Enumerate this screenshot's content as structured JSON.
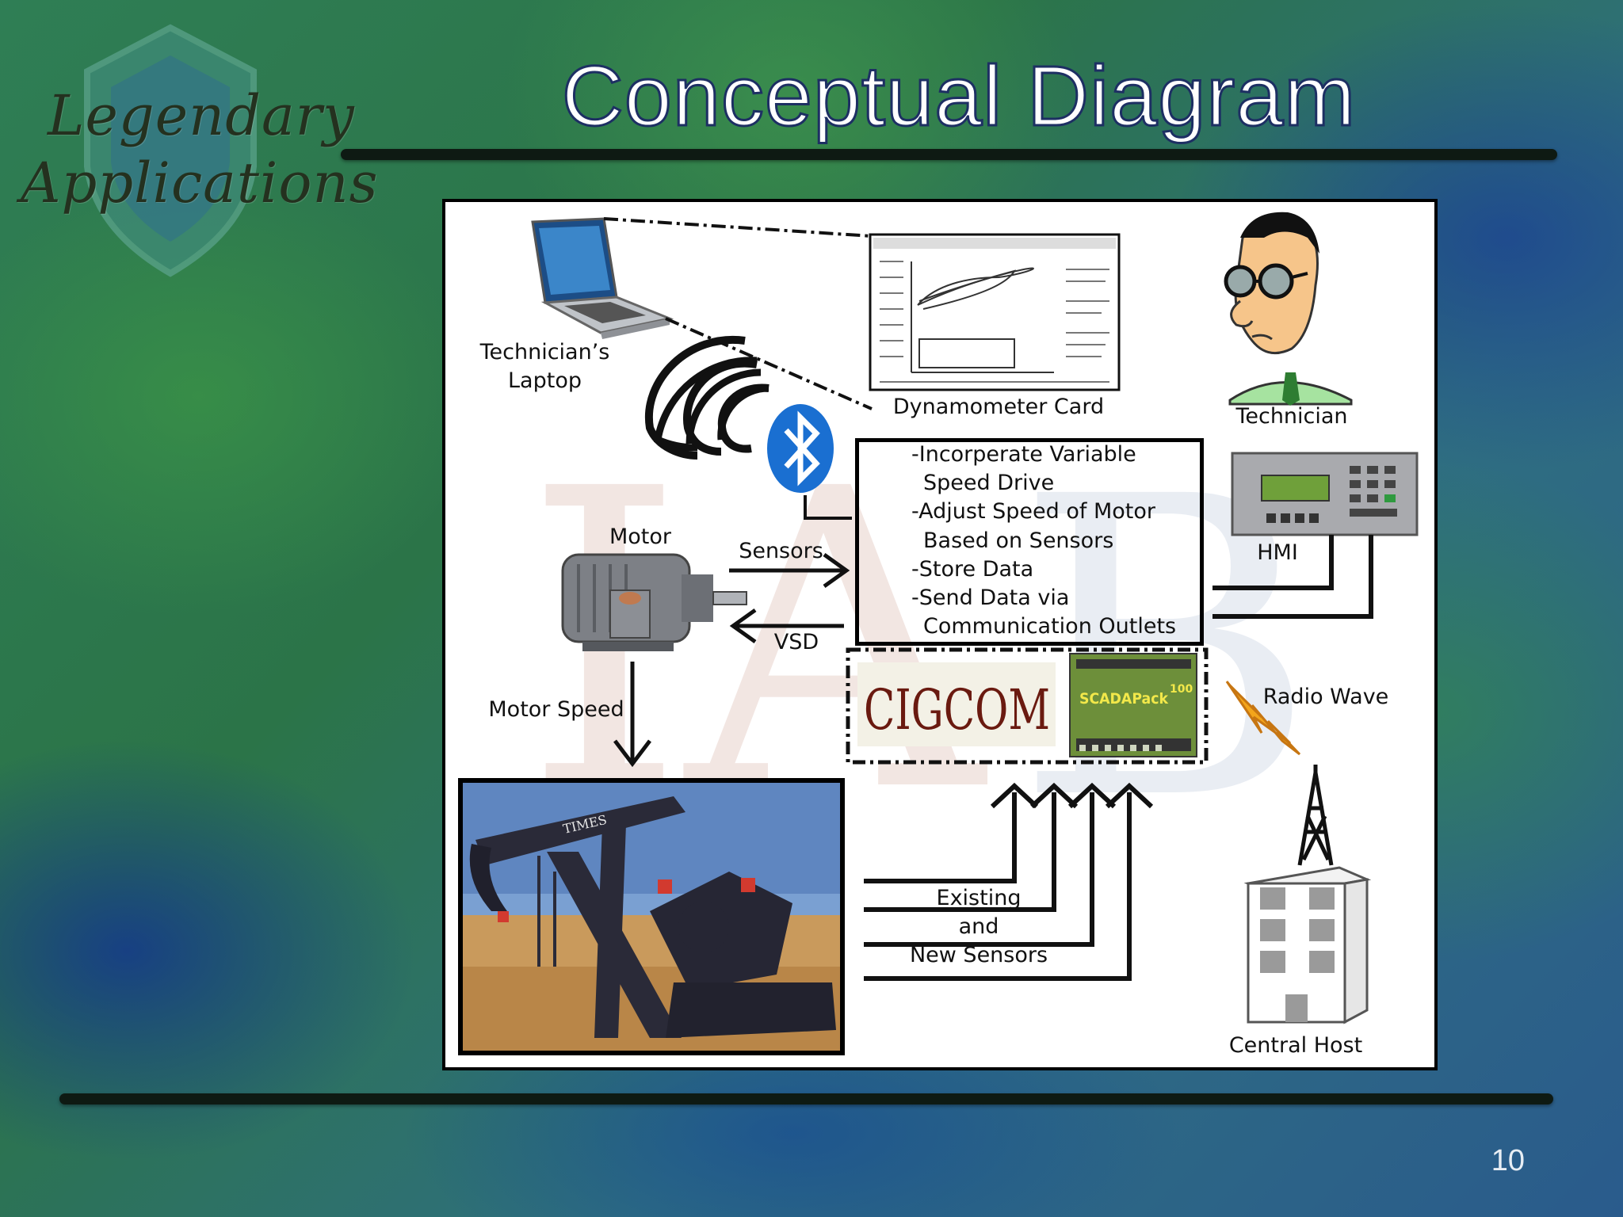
{
  "slide": {
    "title": "Conceptual Diagram",
    "logo_line1": "Legendary",
    "logo_line2": "Applications",
    "page_number": "10"
  },
  "diagram": {
    "technicians_laptop_line1": "Technician’s",
    "technicians_laptop_line2": "Laptop",
    "dynamometer_card": "Dynamometer Card",
    "technician": "Technician",
    "motor": "Motor",
    "sensors": "Sensors",
    "vsd": "VSD",
    "motor_speed": "Motor Speed",
    "hmi": "HMI",
    "radio_wave": "Radio Wave",
    "central_host": "Central Host",
    "existing_sensors_line1": "Existing",
    "existing_sensors_line2": "and",
    "existing_sensors_line3": "New Sensors",
    "cigcom_logo": "CIGCOM",
    "scadapack_logo": "SCADAPack",
    "scadapack_superscript": "100",
    "pumpjack_brand": "TIMES",
    "vsd_functions": [
      "-Incorperate Variable",
      "Speed Drive",
      "-Adjust Speed of Motor",
      "Based on Sensors",
      "-Store Data",
      "-Send Data via",
      "Communication Outlets"
    ]
  }
}
